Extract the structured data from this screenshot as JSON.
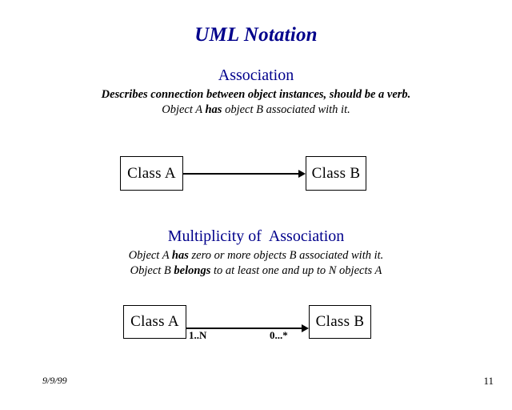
{
  "slide": {
    "title": "UML Notation",
    "title_color": "#00008B",
    "background_color": "#FFFFFF",
    "text_color": "#000000"
  },
  "sections": [
    {
      "heading": "Association",
      "description_line_1": "Describes connection between object instances, should be a verb.",
      "description_line_2_prefix": "Object A ",
      "description_line_2_emphasis": "has",
      "description_line_2_suffix": " object B associated with it.",
      "diagram": {
        "source_class": "Class A",
        "target_class": "Class B",
        "arrow": "solid-line-open-arrow-right"
      }
    },
    {
      "heading": "Multiplicity of  Association",
      "description_line_1_prefix": "Object A ",
      "description_line_1_emphasis": "has",
      "description_line_1_suffix": " zero or more objects B associated with it.",
      "description_line_2_prefix": "Object B ",
      "description_line_2_emphasis": "belongs",
      "description_line_2_suffix": " to at least one and up to N objects A",
      "diagram": {
        "source_class": "Class A",
        "target_class": "Class B",
        "source_multiplicity": "1..N",
        "target_multiplicity": "0...*",
        "arrow": "solid-line-open-arrow-right"
      }
    }
  ],
  "footer": {
    "date": "9/9/99",
    "page_number": "11"
  }
}
